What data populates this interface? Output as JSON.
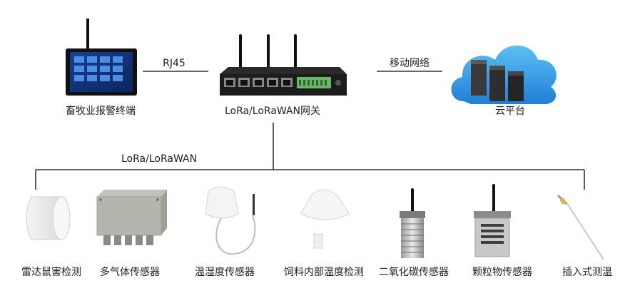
{
  "top_devices": {
    "terminal": {
      "label": "畜牧业报警终端",
      "icon": "tablet-terminal-icon"
    },
    "gateway": {
      "label": "LoRa/LoRaWAN网关",
      "icon": "gateway-router-icon"
    },
    "cloud": {
      "label": "云平台",
      "icon": "cloud-server-icon"
    }
  },
  "links": {
    "terminal_gateway": "RJ45",
    "gateway_cloud": "移动网络",
    "bus": "LoRa/LoRaWAN"
  },
  "sensors": [
    {
      "label": "雷达鼠害检测",
      "icon": "radar-rodent-detector-icon"
    },
    {
      "label": "多气体传感器",
      "icon": "multi-gas-sensor-icon"
    },
    {
      "label": "温湿度传感器",
      "icon": "temp-humidity-sensor-icon"
    },
    {
      "label": "饲料内部温度检测",
      "icon": "feed-temperature-sensor-icon"
    },
    {
      "label": "二氧化碳传感器",
      "icon": "co2-sensor-icon"
    },
    {
      "label": "颗粒物传感器",
      "icon": "particulate-sensor-icon"
    },
    {
      "label": "插入式测温",
      "icon": "insertion-thermometer-icon"
    }
  ],
  "colors": {
    "line": "#333333",
    "screen": "#1e63c8",
    "cloud": "#2a8fe0",
    "terminal_block": "#6ab56a"
  }
}
